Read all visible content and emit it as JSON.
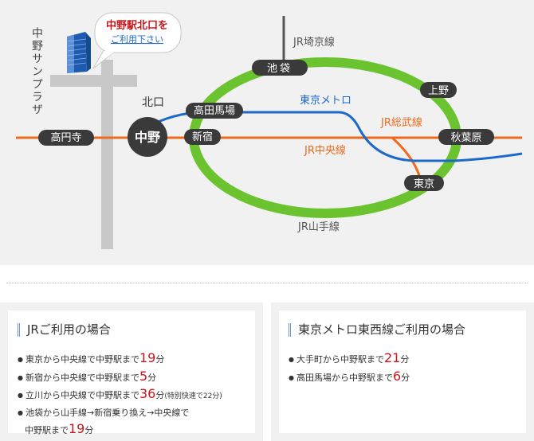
{
  "colors": {
    "background": "#f1f1f1",
    "road": "#c8c8c8",
    "yamanote": "#6cc330",
    "chuo": "#ee6a1c",
    "tozai": "#1d69c9",
    "station_dark": "#3a3a3a",
    "highlight_red": "#c8161d"
  },
  "map": {
    "landmark_label": "中野サンプラザ",
    "callout_line1": "中野駅北口を",
    "callout_line2": "ご利用下さい",
    "kitaguchi_label": "北口",
    "nakano_label": "中野",
    "stations": {
      "koenji": "高円寺",
      "shinjuku": "新宿",
      "takadanobaba": "高田馬場",
      "ikebukuro": "池袋",
      "ueno": "上野",
      "akihabara": "秋葉原",
      "tokyo": "東京"
    },
    "lines": {
      "saikyo": "JR埼京線",
      "tokyo_metro": "東京メトロ",
      "sobu": "JR総武線",
      "chuo": "JR中央線",
      "yamanote": "JR山手線"
    }
  },
  "jr_box": {
    "title": "JRご利用の場合",
    "routes": [
      {
        "pre": "東京から中央線で中野駅まで",
        "num": "19",
        "post": "分"
      },
      {
        "pre": "新宿から中央線で中野駅まで",
        "num": "5",
        "post": "分"
      },
      {
        "pre": "立川から中央線で中野駅まで",
        "num": "36",
        "post": "分",
        "note": "(特別快速で22分)"
      },
      {
        "pre": "池袋から山手線→新宿乗り換え→中央線で"
      }
    ],
    "continuation": {
      "pre": "中野駅まで",
      "num": "19",
      "post": "分"
    }
  },
  "metro_box": {
    "title": "東京メトロ東西線ご利用の場合",
    "routes": [
      {
        "pre": "大手町から中野駅まで",
        "num": "21",
        "post": "分"
      },
      {
        "pre": "高田馬場から中野駅まで",
        "num": "6",
        "post": "分"
      }
    ]
  }
}
